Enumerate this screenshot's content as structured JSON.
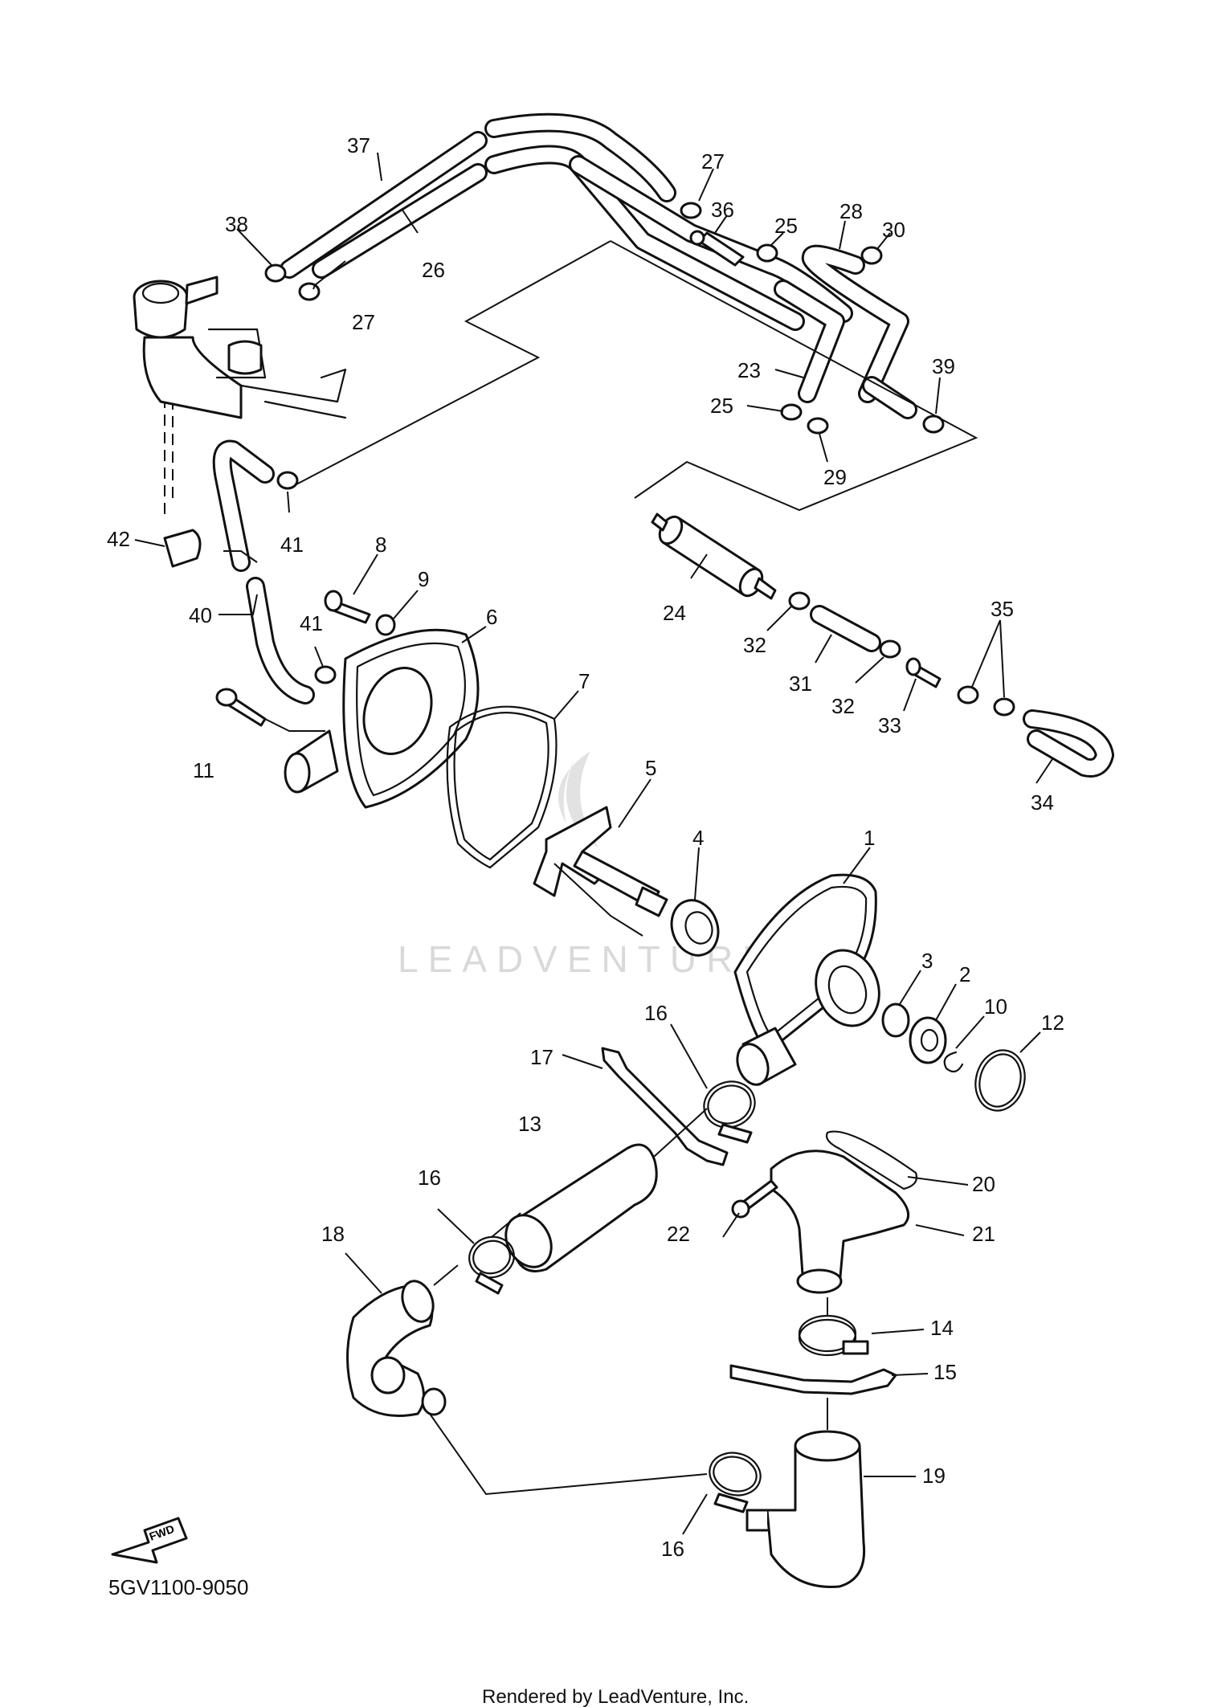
{
  "watermark": "LEADVENTURE",
  "diagram_code": "5GV1100-9050",
  "footer": "Rendered by LeadVenture, Inc.",
  "fwd_label": "FWD",
  "callouts": [
    {
      "id": "c1",
      "text": "1"
    },
    {
      "id": "c2",
      "text": "2"
    },
    {
      "id": "c3",
      "text": "3"
    },
    {
      "id": "c4",
      "text": "4"
    },
    {
      "id": "c5",
      "text": "5"
    },
    {
      "id": "c6",
      "text": "6"
    },
    {
      "id": "c7",
      "text": "7"
    },
    {
      "id": "c8",
      "text": "8"
    },
    {
      "id": "c9",
      "text": "9"
    },
    {
      "id": "c10",
      "text": "10"
    },
    {
      "id": "c11",
      "text": "11"
    },
    {
      "id": "c12",
      "text": "12"
    },
    {
      "id": "c13",
      "text": "13"
    },
    {
      "id": "c14",
      "text": "14"
    },
    {
      "id": "c15",
      "text": "15"
    },
    {
      "id": "c16a",
      "text": "16"
    },
    {
      "id": "c16b",
      "text": "16"
    },
    {
      "id": "c16c",
      "text": "16"
    },
    {
      "id": "c17",
      "text": "17"
    },
    {
      "id": "c18",
      "text": "18"
    },
    {
      "id": "c19",
      "text": "19"
    },
    {
      "id": "c20",
      "text": "20"
    },
    {
      "id": "c21",
      "text": "21"
    },
    {
      "id": "c22",
      "text": "22"
    },
    {
      "id": "c23",
      "text": "23"
    },
    {
      "id": "c24",
      "text": "24"
    },
    {
      "id": "c25a",
      "text": "25"
    },
    {
      "id": "c25b",
      "text": "25"
    },
    {
      "id": "c26",
      "text": "26"
    },
    {
      "id": "c27a",
      "text": "27"
    },
    {
      "id": "c27b",
      "text": "27"
    },
    {
      "id": "c28",
      "text": "28"
    },
    {
      "id": "c29",
      "text": "29"
    },
    {
      "id": "c30",
      "text": "30"
    },
    {
      "id": "c31",
      "text": "31"
    },
    {
      "id": "c32a",
      "text": "32"
    },
    {
      "id": "c32b",
      "text": "32"
    },
    {
      "id": "c33",
      "text": "33"
    },
    {
      "id": "c34",
      "text": "34"
    },
    {
      "id": "c35",
      "text": "35"
    },
    {
      "id": "c36",
      "text": "36"
    },
    {
      "id": "c37",
      "text": "37"
    },
    {
      "id": "c38",
      "text": "38"
    },
    {
      "id": "c39",
      "text": "39"
    },
    {
      "id": "c40",
      "text": "40"
    },
    {
      "id": "c41a",
      "text": "41"
    },
    {
      "id": "c41b",
      "text": "41"
    },
    {
      "id": "c42",
      "text": "42"
    }
  ]
}
